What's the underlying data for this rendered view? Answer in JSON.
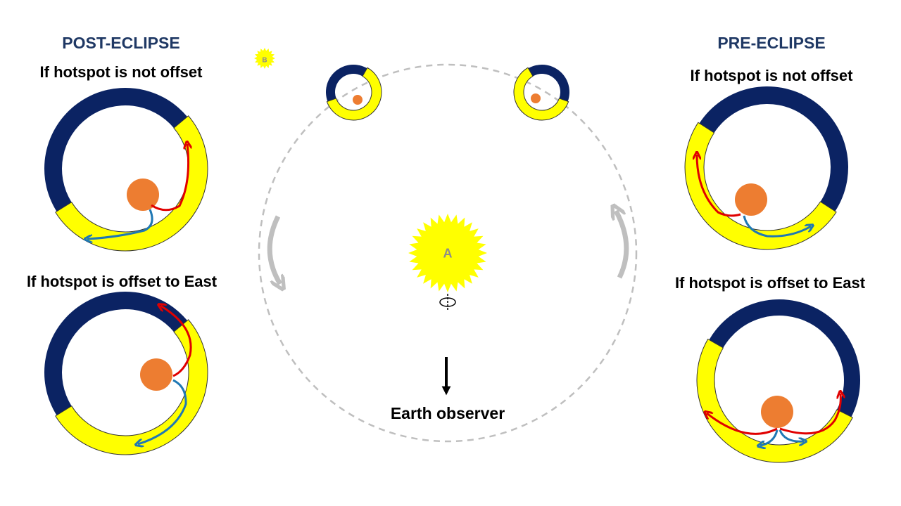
{
  "panels": {
    "post_eclipse": {
      "heading": "POST-ECLIPSE",
      "case_not_offset": "If hotspot is not offset",
      "case_offset_east": "If hotspot is offset to East"
    },
    "pre_eclipse": {
      "heading": "PRE-ECLIPSE",
      "case_not_offset": "If hotspot is not offset",
      "case_offset_east": "If hotspot is offset to East"
    }
  },
  "center": {
    "star_a_label": "A",
    "star_b_label": "B",
    "observer_label": "Earth observer",
    "rotation_symbol": "⟲"
  },
  "colors": {
    "night_side": "#0b2363",
    "day_side": "#ffff00",
    "hotspot": "#ed7d31",
    "red_arrow": "#e00000",
    "blue_arrow": "#1f78b4",
    "orbit": "#bfbfbf",
    "star": "#ffff00",
    "heading": "#1f3864"
  }
}
